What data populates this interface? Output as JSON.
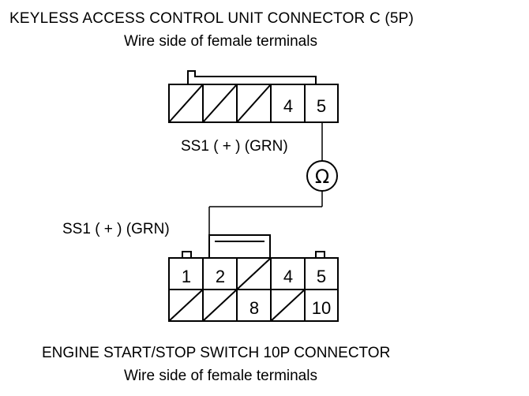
{
  "top_connector": {
    "title": "KEYLESS ACCESS CONTROL UNIT CONNECTOR C (5P)",
    "subtitle": "Wire side of female terminals",
    "pins": [
      "4",
      "5"
    ]
  },
  "wire": {
    "upper_label": "SS1 ( + ) (GRN)",
    "lower_label": "SS1 ( + ) (GRN)",
    "meter_symbol": "Ω",
    "color": "#000000"
  },
  "bottom_connector": {
    "title": "ENGINE START/STOP SWITCH 10P CONNECTOR",
    "subtitle": "Wire side of female terminals",
    "pins_row1": [
      "1",
      "2",
      "4",
      "5"
    ],
    "pins_row2": [
      "8",
      "10"
    ]
  }
}
